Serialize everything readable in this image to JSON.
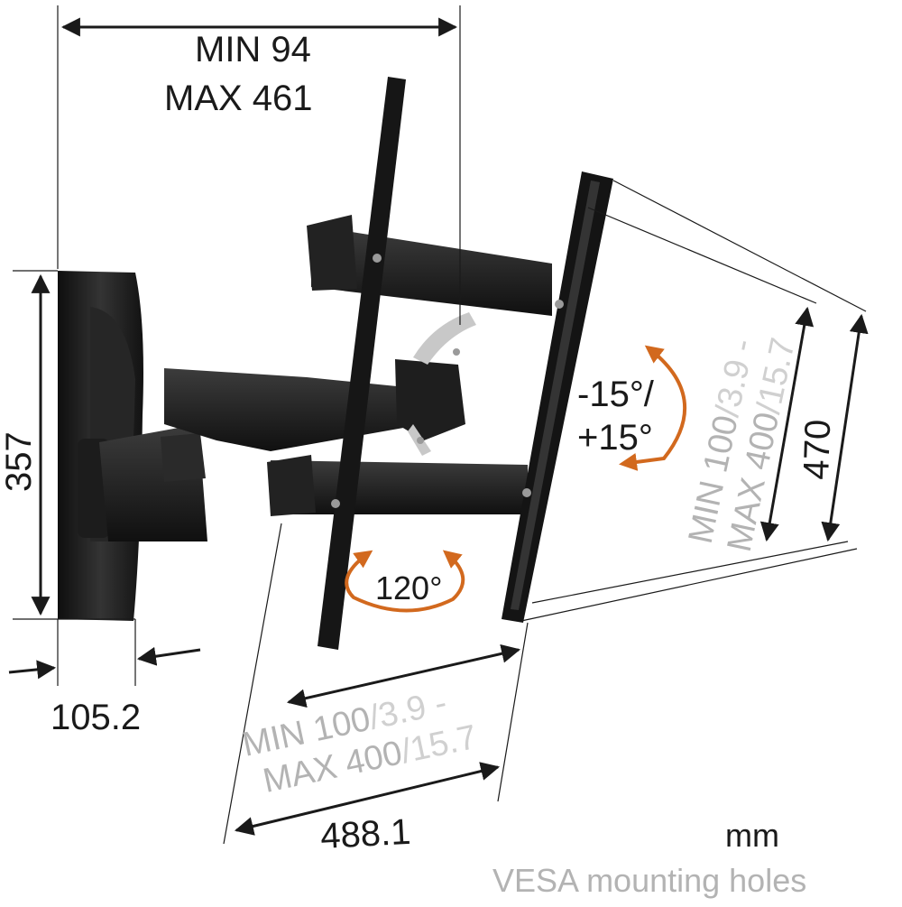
{
  "dimensions": {
    "top_width_line1": "MIN 94",
    "top_width_line2": "MAX 461",
    "left_height": "357",
    "wall_depth": "105.2",
    "bottom_width": "488.1",
    "right_height": "470"
  },
  "vesa_horizontal": {
    "line1_dark": "MIN 100",
    "line1_light": "/3.9 -",
    "line2_dark": "MAX 400",
    "line2_light": "/15.7"
  },
  "vesa_vertical": {
    "line1_dark": "MIN 100",
    "line1_light": "/3.9 -",
    "line2_dark": "MAX 400",
    "line2_light": "/15.7"
  },
  "angles": {
    "tilt_line1": "-15°/",
    "tilt_line2": "+15°",
    "swivel": "120°"
  },
  "legend": {
    "unit": "mm",
    "vesa_caption": "VESA mounting holes"
  },
  "colors": {
    "dimension_line": "#1a1a1a",
    "vesa_text": "#b3b3b3",
    "rotation_arrow": "#d2691e",
    "product_black": "#151515",
    "product_highlight": "#3a3a3a",
    "metal": "#c8c8c8"
  }
}
